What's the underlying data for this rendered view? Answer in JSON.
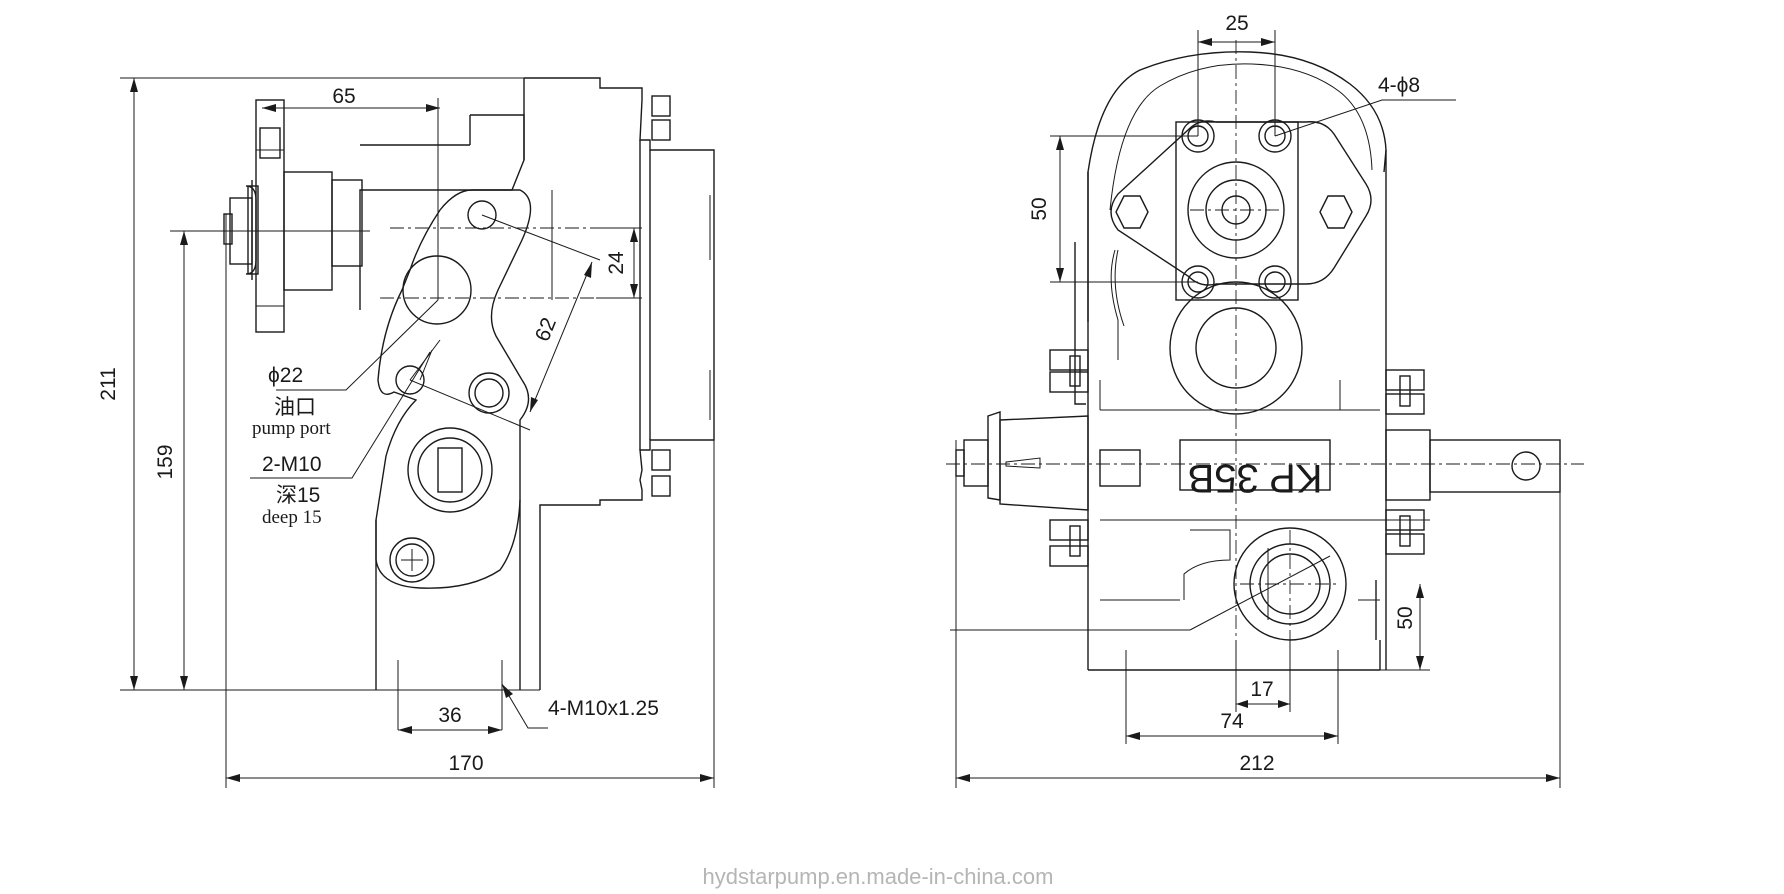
{
  "left_view": {
    "dimensions": {
      "d65": "65",
      "d211": "211",
      "d159": "159",
      "d24": "24",
      "d62": "62",
      "d36": "36",
      "d170": "170"
    },
    "callouts": {
      "pump_port_dia": "ϕ22",
      "pump_port_cn": "油口",
      "pump_port_en": "pump port",
      "thread_2m10": "2-M10",
      "depth_cn": "深15",
      "depth_en": "deep 15",
      "thread_4m10": "4-M10x1.25"
    }
  },
  "right_view": {
    "dimensions": {
      "d25": "25",
      "d50_top": "50",
      "d50_bottom": "50",
      "d17": "17",
      "d74": "74",
      "d212": "212"
    },
    "callouts": {
      "holes": "4-ϕ8",
      "model_plate": "KP 35B"
    }
  },
  "watermark": "hydstarpump.en.made-in-china.com"
}
